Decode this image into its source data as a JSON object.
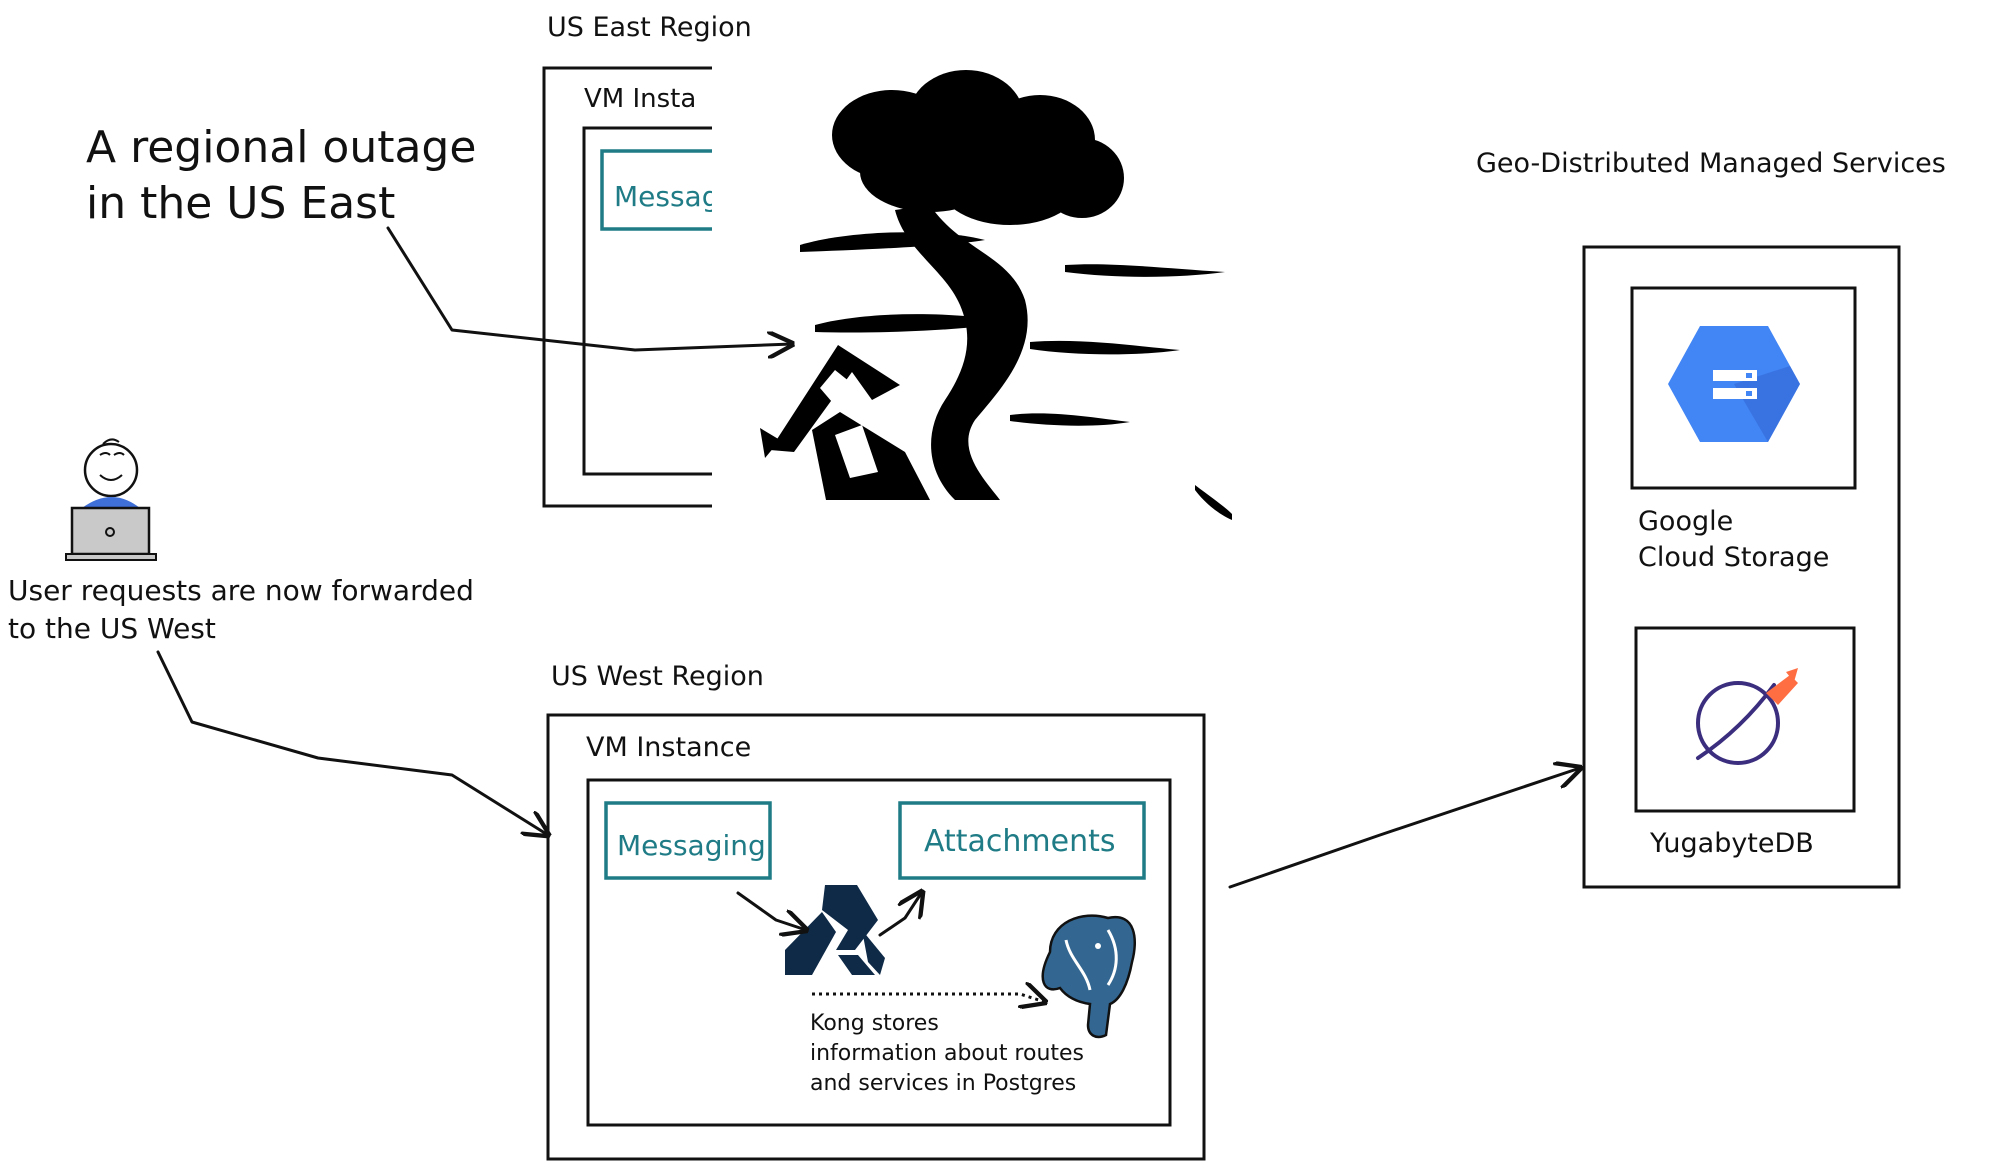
{
  "labels": {
    "us_east_region": "US East Region",
    "us_east_vm": "VM Insta",
    "us_east_messaging": "Messag",
    "outage_line1": "A regional outage",
    "outage_line2": "in the US East",
    "user_note_line1": "User requests are now forwarded",
    "user_note_line2": "to the US West",
    "us_west_region": "US West Region",
    "us_west_vm": "VM Instance",
    "messaging": "Messaging",
    "attachments": "Attachments",
    "kong_note_line1": "Kong stores",
    "kong_note_line2": "information about routes",
    "kong_note_line3": "and services in Postgres",
    "managed_services": "Geo-Distributed Managed Services",
    "gcs_line1": "Google",
    "gcs_line2": "Cloud Storage",
    "yugabyte": "YugabyteDB"
  },
  "icons": {
    "tornado": "tornado-icon",
    "user": "user-with-laptop-icon",
    "kong": "kong-gorilla-icon",
    "postgres": "postgres-elephant-icon",
    "gcs": "google-cloud-storage-icon",
    "yugabyte": "yugabytedb-icon"
  },
  "colors": {
    "teal": "#1f7c86",
    "kong_navy": "#0e2a47",
    "postgres_blue": "#336791",
    "gcs_blue": "#4285f4",
    "yugabyte_orange": "#ff6e42",
    "yugabyte_purple": "#3b2e7e",
    "user_blue": "#3f6fd8"
  }
}
